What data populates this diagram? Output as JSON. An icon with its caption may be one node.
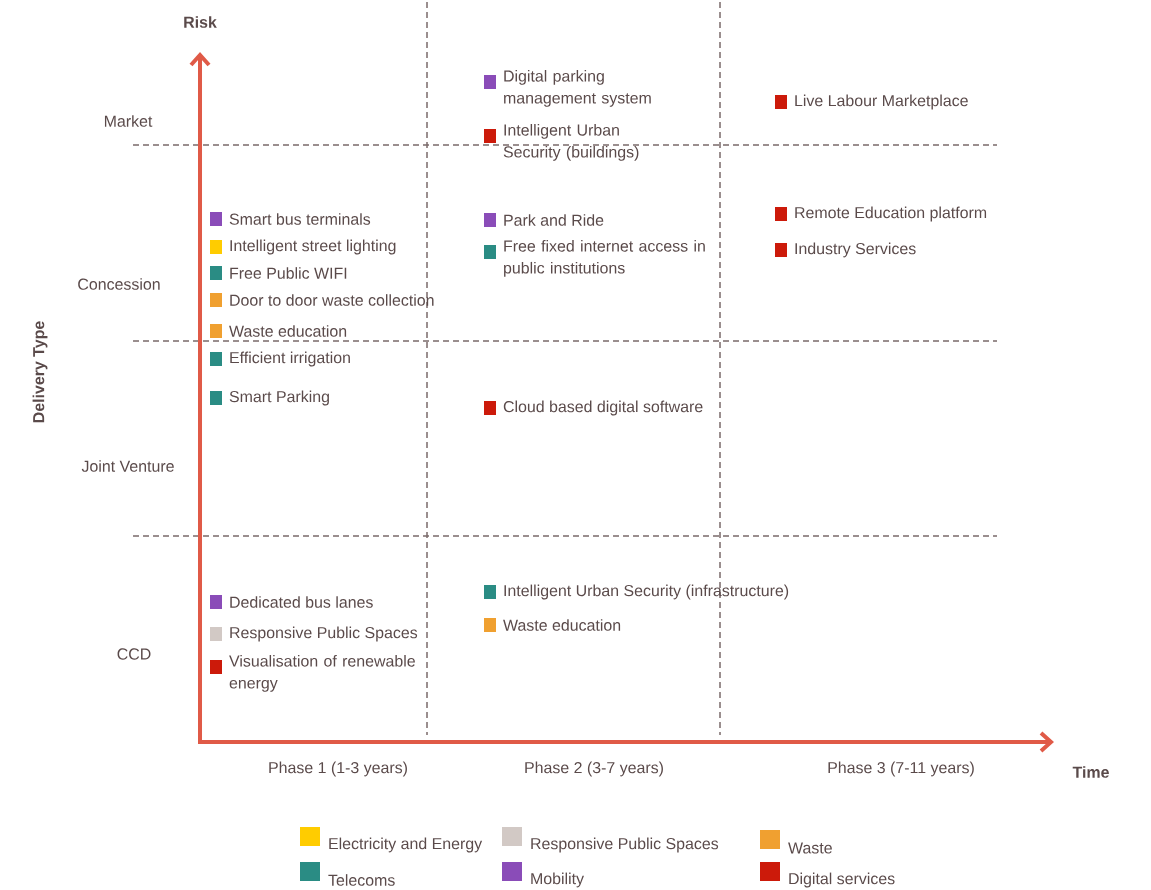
{
  "diagram": {
    "labels": [
      "Risk",
      "Delivery Type",
      "Market",
      "Digital parking management system",
      "Live Labour Marketplace",
      "Intelligent Urban Security (buildings)",
      "Smart bus terminals",
      "Park and Ride",
      "Remote Education platform",
      "Intelligent street lighting",
      "Industry Services",
      "Free fixed internet access in public institutions",
      "Free Public WIFI",
      "Concession",
      "Door to door waste collection",
      "Waste education",
      "Efficient irrigation",
      "Smart Parking",
      "Cloud based digital software",
      "Joint Venture",
      "Intelligent Urban Security (infrastructure)",
      "Dedicated bus lanes",
      "Waste education",
      "Responsive Public Spaces",
      "CCD",
      "Visualisation of renewable energy",
      "Phase 1 (1-3 years)",
      "Phase 2 (3-7 years)",
      "Phase 3 (7-11 years)",
      "Time"
    ],
    "legend": [
      {
        "text": "Electricity and Energy",
        "color": "#ffcc00"
      },
      {
        "text": "Responsive Public Spaces",
        "color": "#d2c9c5"
      },
      {
        "text": "Waste",
        "color": "#f0a030"
      },
      {
        "text": "Telecoms",
        "color": "#2a8c84"
      },
      {
        "text": "Mobility",
        "color": "#8a4cb8"
      },
      {
        "text": "Digital services",
        "color": "#cc1a0a"
      }
    ]
  }
}
